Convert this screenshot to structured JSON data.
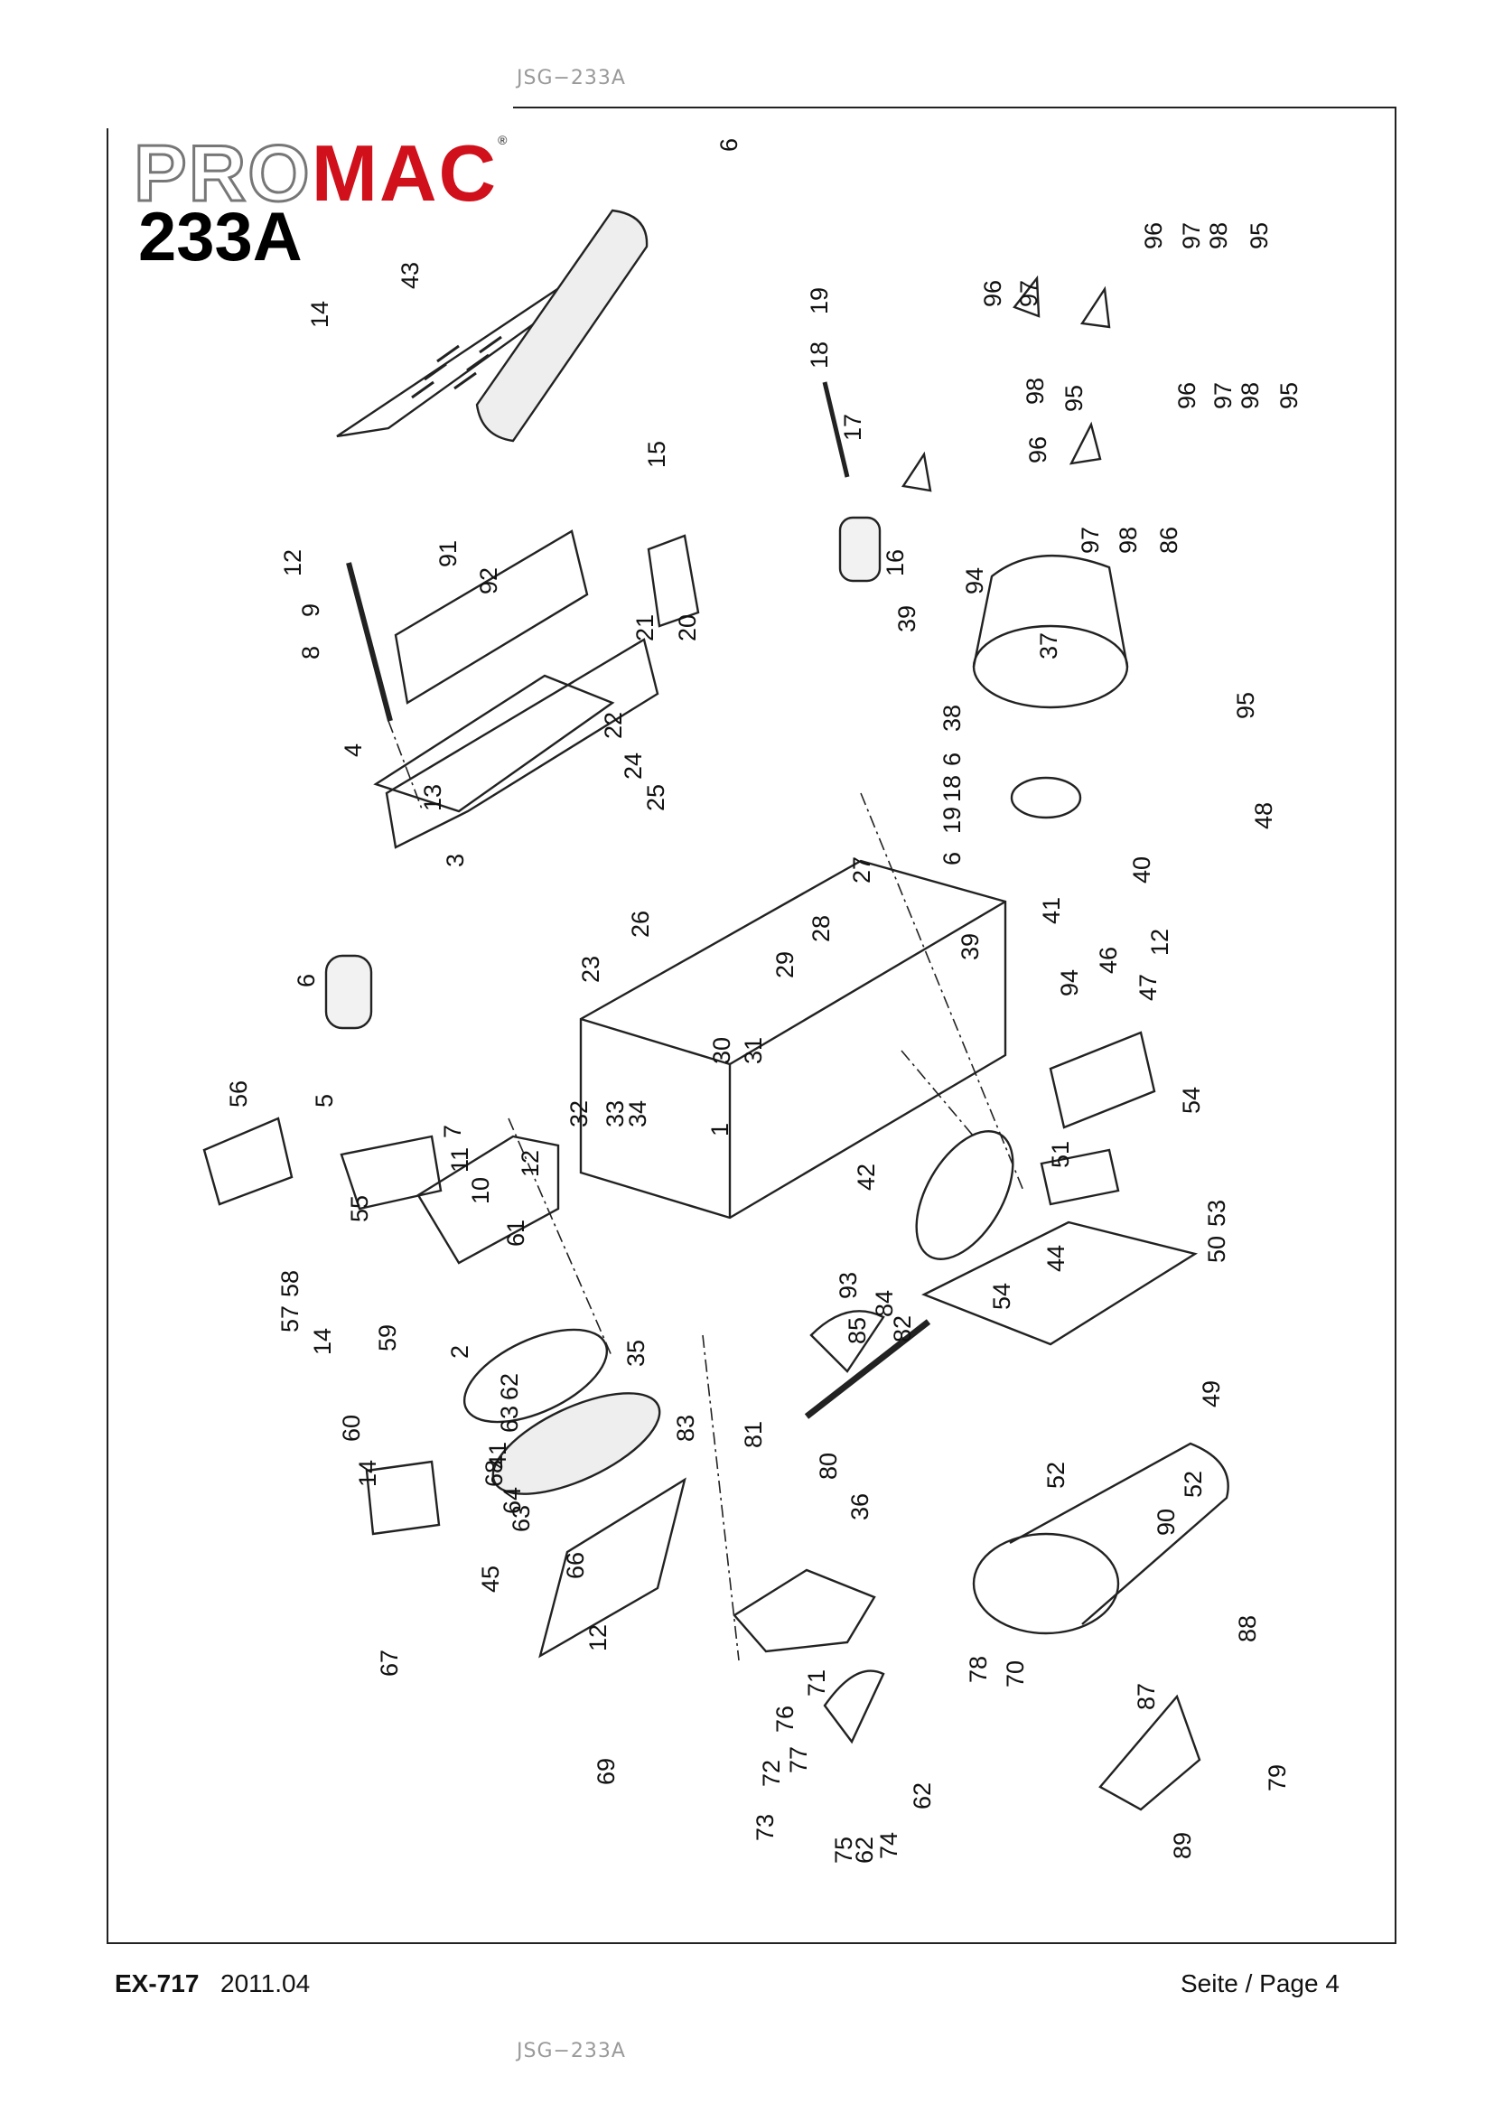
{
  "header": {
    "doc_code": "JSG−233A"
  },
  "brand": {
    "pro": "PRO",
    "mac": "MAC",
    "registered": "®",
    "model": "233A",
    "accent_color": "#d0101a"
  },
  "footer": {
    "doc_number": "EX-717",
    "date": "2011.04",
    "page_label": "Seite / Page 4",
    "doc_code": "JSG−233A"
  },
  "part_numbers": [
    "6",
    "43",
    "14",
    "19",
    "18",
    "15",
    "17",
    "12",
    "9",
    "91",
    "92",
    "8",
    "4",
    "13",
    "3",
    "21",
    "20",
    "22",
    "24",
    "25",
    "26",
    "23",
    "16",
    "39",
    "94",
    "38",
    "37",
    "6",
    "18",
    "19",
    "6",
    "27",
    "28",
    "29",
    "30",
    "31",
    "40",
    "41",
    "48",
    "39",
    "94",
    "12",
    "46",
    "47",
    "6",
    "5",
    "7",
    "56",
    "11",
    "10",
    "12",
    "32",
    "33",
    "34",
    "1",
    "55",
    "61",
    "58",
    "57",
    "14",
    "59",
    "2",
    "62",
    "63",
    "41",
    "64",
    "60",
    "14",
    "68",
    "63",
    "66",
    "45",
    "12",
    "67",
    "69",
    "35",
    "83",
    "81",
    "85",
    "84",
    "82",
    "80",
    "36",
    "93",
    "42",
    "54",
    "51",
    "54",
    "53",
    "50",
    "44",
    "52",
    "49",
    "52",
    "90",
    "95",
    "96",
    "97",
    "98",
    "95",
    "96",
    "97",
    "98",
    "95",
    "96",
    "97",
    "98",
    "95",
    "96",
    "97",
    "98",
    "86",
    "87",
    "88",
    "89",
    "79",
    "78",
    "70",
    "71",
    "76",
    "77",
    "72",
    "74",
    "62",
    "73",
    "62",
    "75"
  ]
}
